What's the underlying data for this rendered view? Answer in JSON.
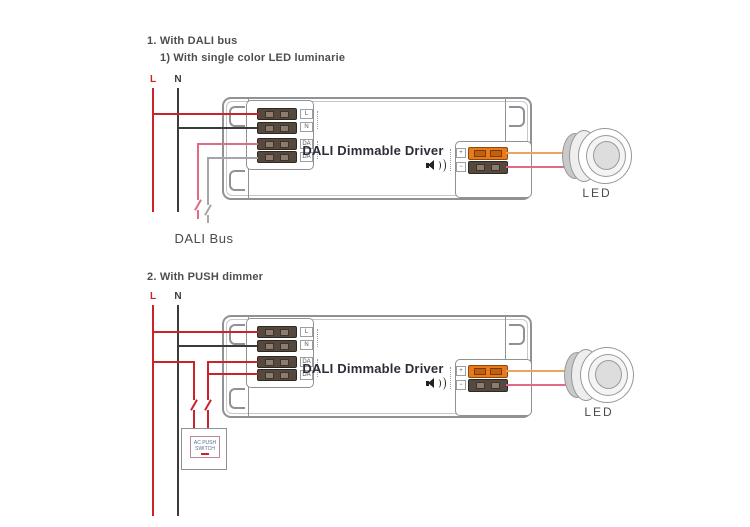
{
  "colors": {
    "wire-red": "#c9232b",
    "wire-black": "#3b3b3b",
    "wire-pink": "#e26a84",
    "wire-gray": "#a6a6a6",
    "wire-orange": "#eca35e",
    "outline": "#8f9194",
    "terminal-dark": "#55493f",
    "terminal-orange": "#e8791c",
    "driver-title": "#2d2d38"
  },
  "sections": [
    {
      "title": "1. With DALI bus",
      "subtitle": "1) With single color LED luminarie",
      "live_label": "L",
      "neutral_label": "N",
      "driver": {
        "title": "DALI Dimmable Driver",
        "terminal_l": "L",
        "terminal_n": "N",
        "terminal_da1": "DA",
        "terminal_da2": "DA",
        "output_plus": "+",
        "output_minus": "−"
      },
      "bus_label": "DALI Bus",
      "led_label": "LED"
    },
    {
      "title": "2. With PUSH dimmer",
      "live_label": "L",
      "neutral_label": "N",
      "driver": {
        "title": "DALI Dimmable Driver",
        "terminal_l": "L",
        "terminal_n": "N",
        "terminal_da1": "DA",
        "terminal_da2": "DA",
        "output_plus": "+",
        "output_minus": "−"
      },
      "switch_label": "AC PUSH SWITCH",
      "led_label": "LED"
    }
  ]
}
